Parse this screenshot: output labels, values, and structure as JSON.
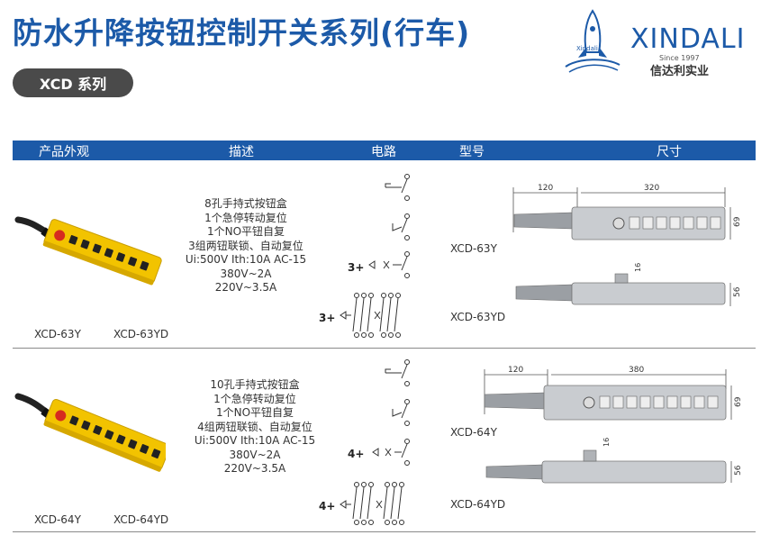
{
  "page": {
    "title": "防水升降按钮控制开关系列(行车)",
    "series_label": "XCD 系列",
    "brand": {
      "name": "XINDALI",
      "since": "Since 1997",
      "chinese": "信达利实业",
      "mascot_text": "Xindali"
    }
  },
  "table": {
    "headers": [
      "产品外观",
      "描述",
      "电路",
      "型号",
      "尺寸"
    ]
  },
  "products": [
    {
      "description": [
        "8孔手持式按钮盒",
        "1个急停转动复位",
        "1个NO平钮自复",
        "3组两钮联锁、自动复位",
        "Ui:500V  Ith:10A  AC-15",
        "380V~2A",
        "220V~3.5A"
      ],
      "model_labels": [
        "XCD-63Y",
        "XCD-63YD"
      ],
      "models": [
        "XCD-63Y",
        "XCD-63YD"
      ],
      "circuit_multiplier": "3+",
      "dims": {
        "handle": "120",
        "length": "320",
        "height": "69",
        "depth": "56",
        "cap": "16"
      },
      "buttons": 7
    },
    {
      "description": [
        "10孔手持式按钮盒",
        "1个急停转动复位",
        "1个NO平钮自复",
        "4组两钮联锁、自动复位",
        "Ui:500V  Ith:10A  AC-15",
        "380V~2A",
        "220V~3.5A"
      ],
      "model_labels": [
        "XCD-64Y",
        "XCD-64YD"
      ],
      "models": [
        "XCD-64Y",
        "XCD-64YD"
      ],
      "circuit_multiplier": "4+",
      "dims": {
        "handle": "120",
        "length": "380",
        "height": "69",
        "depth": "56",
        "cap": "16"
      },
      "buttons": 9
    }
  ],
  "colors": {
    "brand_blue": "#1c5aa8",
    "pill": "#4a4a4a",
    "housing_yellow": "#f2c300",
    "drawing_gray": "#b9bcc0"
  }
}
